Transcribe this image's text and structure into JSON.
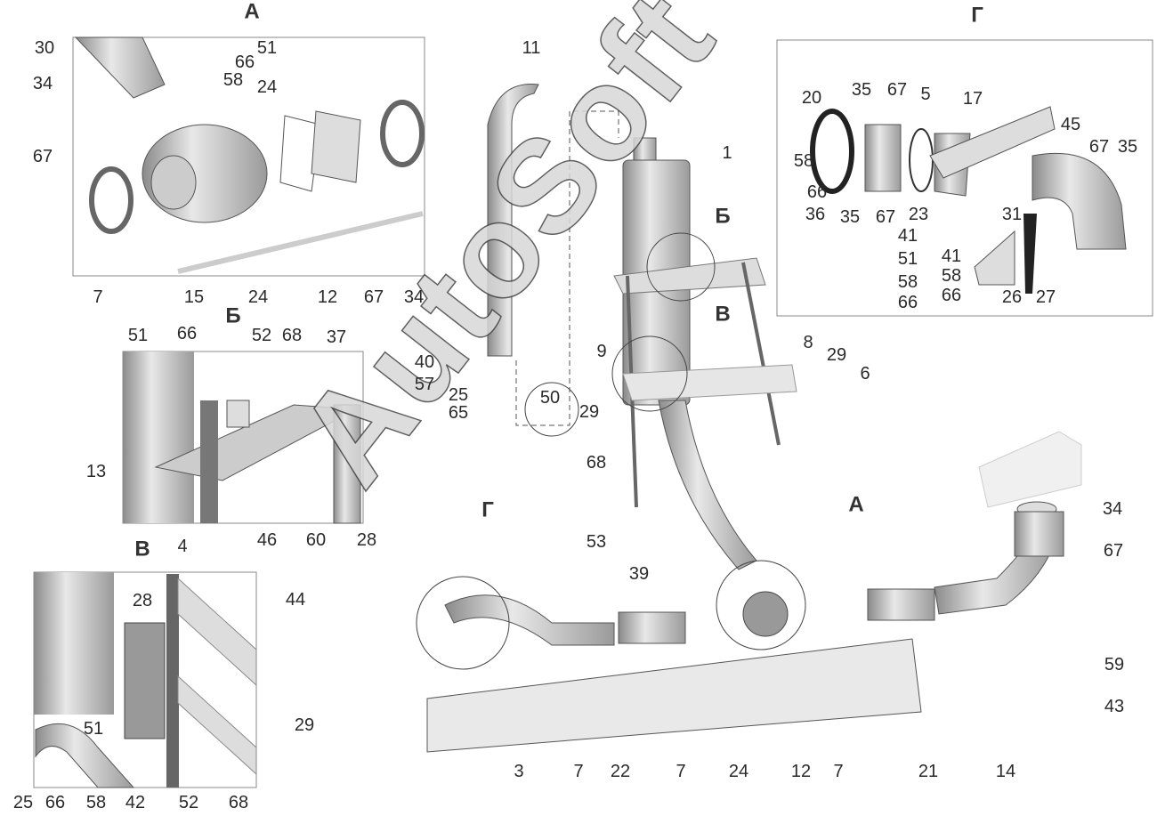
{
  "view_headers": [
    "А",
    "Б",
    "В",
    "Г",
    "Б",
    "В",
    "Г",
    "А"
  ],
  "callouts": [
    "30",
    "51",
    "66",
    "58",
    "34",
    "24",
    "67",
    "7",
    "15",
    "24",
    "12",
    "67",
    "34",
    "51",
    "66",
    "52",
    "68",
    "37",
    "13",
    "4",
    "46",
    "60",
    "28",
    "28",
    "44",
    "51",
    "29",
    "25",
    "66",
    "58",
    "42",
    "52",
    "68",
    "11",
    "1",
    "40",
    "57",
    "25",
    "65",
    "50",
    "9",
    "8",
    "29",
    "6",
    "29",
    "68",
    "53",
    "39",
    "20",
    "35",
    "67",
    "5",
    "17",
    "45",
    "67",
    "35",
    "58",
    "66",
    "36",
    "35",
    "67",
    "23",
    "31",
    "41",
    "51",
    "58",
    "66",
    "41",
    "58",
    "66",
    "26",
    "27",
    "34",
    "67",
    "59",
    "43",
    "3",
    "7",
    "22",
    "7",
    "24",
    "12",
    "7",
    "21",
    "14"
  ],
  "watermark": "AutoSoft",
  "colors": {
    "line": "#333333",
    "part": "#bdbdbd",
    "frame": "#e2e2e2"
  }
}
